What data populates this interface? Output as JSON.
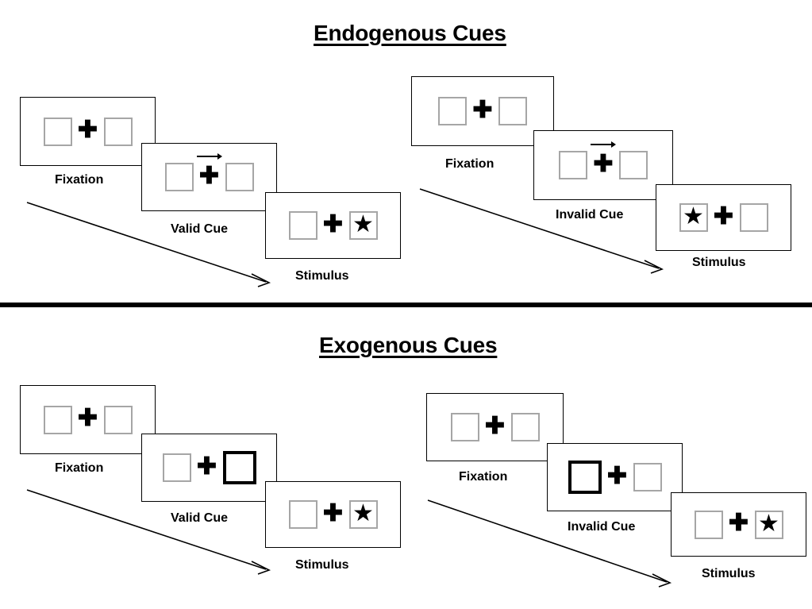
{
  "sections": [
    {
      "id": "endogenous",
      "title": "Endogenous Cues",
      "conditions": [
        {
          "id": "endogenous-valid",
          "frames": [
            {
              "caption": "Fixation",
              "cue": "none",
              "left_content": "empty",
              "right_content": "empty"
            },
            {
              "caption": "Valid Cue",
              "cue": "arrow-right",
              "left_content": "empty",
              "right_content": "empty"
            },
            {
              "caption": "Stimulus",
              "cue": "none",
              "left_content": "empty",
              "right_content": "star"
            }
          ]
        },
        {
          "id": "endogenous-invalid",
          "frames": [
            {
              "caption": "Fixation",
              "cue": "none",
              "left_content": "empty",
              "right_content": "empty"
            },
            {
              "caption": "Invalid Cue",
              "cue": "arrow-right",
              "left_content": "empty",
              "right_content": "empty"
            },
            {
              "caption": "Stimulus",
              "cue": "none",
              "left_content": "star",
              "right_content": "empty"
            }
          ]
        }
      ]
    },
    {
      "id": "exogenous",
      "title": "Exogenous Cues",
      "conditions": [
        {
          "id": "exogenous-valid",
          "frames": [
            {
              "caption": "Fixation",
              "cue": "none",
              "left_content": "empty",
              "right_content": "empty"
            },
            {
              "caption": "Valid Cue",
              "cue": "highlight",
              "left_content": "empty",
              "right_content": "highlight"
            },
            {
              "caption": "Stimulus",
              "cue": "none",
              "left_content": "empty",
              "right_content": "star"
            }
          ]
        },
        {
          "id": "exogenous-invalid",
          "frames": [
            {
              "caption": "Fixation",
              "cue": "none",
              "left_content": "empty",
              "right_content": "empty"
            },
            {
              "caption": "Invalid Cue",
              "cue": "highlight",
              "left_content": "highlight",
              "right_content": "empty"
            },
            {
              "caption": "Stimulus",
              "cue": "none",
              "left_content": "empty",
              "right_content": "star"
            }
          ]
        }
      ]
    }
  ],
  "glyphs": {
    "fixation_cross": "✚",
    "star": "★"
  },
  "colors": {
    "panel_border": "#000000",
    "box_border": "#a6a6a6",
    "box_border_highlight": "#000000",
    "ink": "#000000",
    "background": "#ffffff",
    "divider": "#000000"
  }
}
